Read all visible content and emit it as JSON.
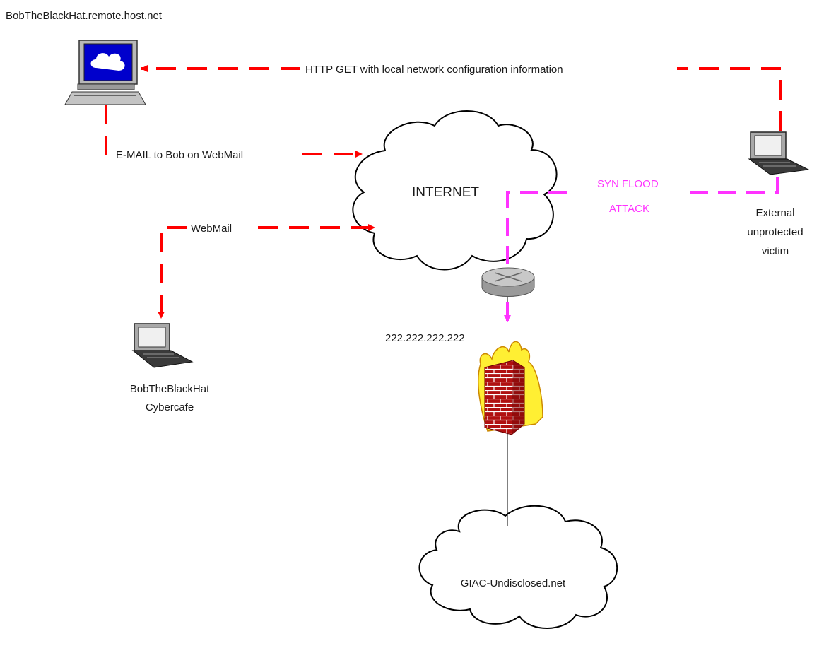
{
  "labels": {
    "attacker_host": "BobTheBlackHat.remote.host.net",
    "http_get": "HTTP GET with local network configuration information",
    "email": "E-MAIL to Bob on WebMail",
    "webmail": "WebMail",
    "internet": "INTERNET",
    "syn_flood_line1": "SYN FLOOD",
    "syn_flood_line2": "ATTACK",
    "victim_line1": "External",
    "victim_line2": "unprotected",
    "victim_line3": "victim",
    "cafe_line1": "BobTheBlackHat",
    "cafe_line2": "Cybercafe",
    "firewall_ip": "222.222.222.222",
    "internal_net": "GIAC-Undisclosed.net"
  },
  "colors": {
    "attack_flow": "#ff0000",
    "syn_flood": "#ff33ff",
    "cloud_fill": "#ffffff",
    "cloud_stroke": "#000000",
    "screen_blue": "#0000cc"
  },
  "icons": {
    "attacker": "desktop-computer-icon",
    "victim": "laptop-icon",
    "cafe": "laptop-icon",
    "router": "router-icon",
    "firewall": "firewall-icon",
    "internet": "cloud-icon",
    "internal_net": "cloud-icon"
  }
}
